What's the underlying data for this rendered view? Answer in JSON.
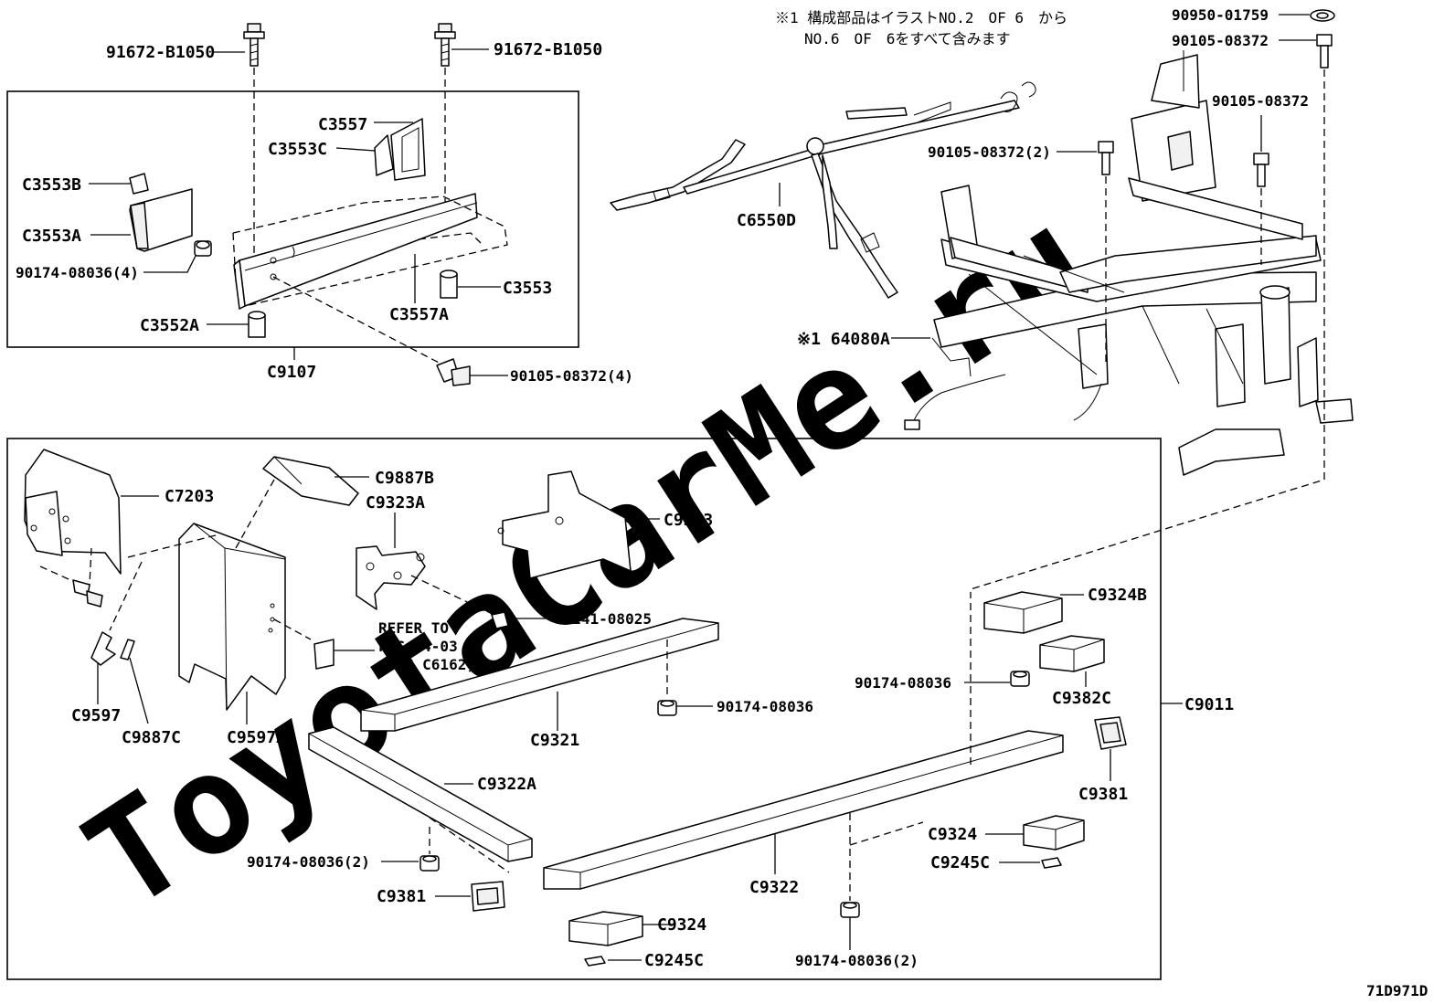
{
  "watermark": "ToyotaCarMe.ru",
  "note": {
    "line1": "※1 構成部品はイラストNO.2　OF 6　から",
    "line2": "NO.6　OF　6をすべて含みます"
  },
  "figure_code": "71D971D",
  "refer_note": {
    "line1": "REFER TO",
    "line2": "FIG 74-03",
    "line3": "(PNC C6162)"
  },
  "labels": {
    "bolt_top_left": "91672-B1050",
    "bolt_top_mid": "91672-B1050",
    "c3557": "C3557",
    "c3553c": "C3553C",
    "c3553b": "C3553B",
    "c3553a": "C3553A",
    "nut_box1": "90174-08036(4)",
    "c3553": "C3553",
    "c3557a": "C3557A",
    "c3552a": "C3552A",
    "c9107": "C9107",
    "bolt_box1": "90105-08372(4)",
    "c6550d": "C6550D",
    "plug_top": "90950-01759",
    "bolt_tr1": "90105-08372",
    "bolt_tr2": "90105-08372",
    "bolt_tr3": "90105-08372(2)",
    "c64080a": "※1 64080A",
    "c7203": "C7203",
    "c9887b": "C9887B",
    "c9323a": "C9323A",
    "c9323": "C9323",
    "c9324b": "C9324B",
    "clip_mid": "90241-08025",
    "nut_c9324b": "90174-08036",
    "c9382c": "C9382C",
    "c9011": "C9011",
    "nut_c9321": "90174-08036",
    "c9597": "C9597",
    "c9887c": "C9887C",
    "c9597a": "C9597A",
    "c9321": "C9321",
    "c9322a": "C9322A",
    "c9381_right": "C9381",
    "c9324_right": "C9324",
    "c9245c_right": "C9245C",
    "nut_c9322a": "90174-08036(2)",
    "c9381_left": "C9381",
    "c9322": "C9322",
    "c9324_bottom": "C9324",
    "c9245c_bottom": "C9245C",
    "nut_bottom": "90174-08036(2)"
  }
}
